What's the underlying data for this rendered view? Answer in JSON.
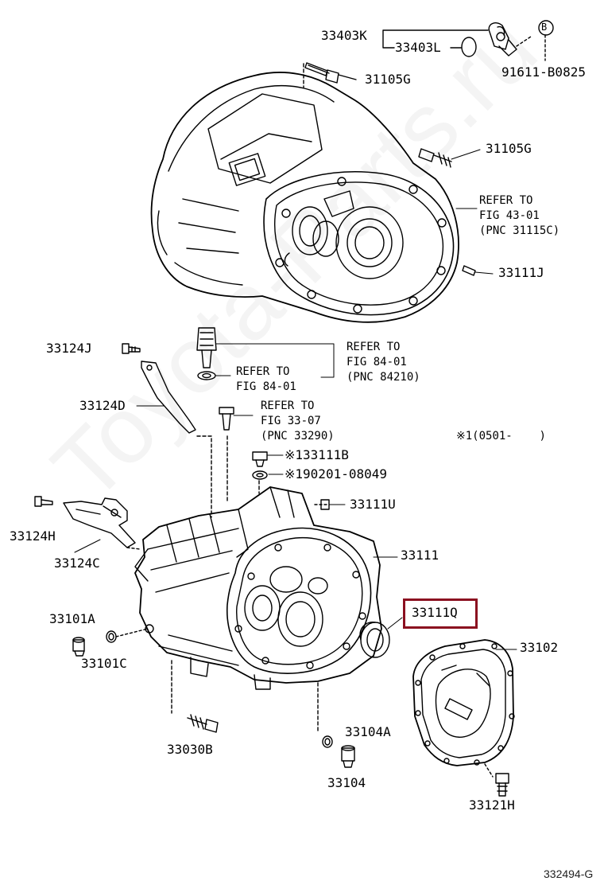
{
  "highlight_color": "#8b1020",
  "watermark": "Toyota-Parts.ru",
  "diagram_id": "332494-G",
  "labels": {
    "p33403K": "33403K",
    "p33403L": "33403L",
    "p91611": "91611-B0825",
    "circleB": "B",
    "p31105G_top": "31105G",
    "p31105G_mid": "31105G",
    "p33111J": "33111J",
    "p33124J": "33124J",
    "p33124D": "33124D",
    "p33124H": "33124H",
    "p33124C": "33124C",
    "p33101A": "33101A",
    "p33101C": "33101C",
    "p33030B": "33030B",
    "p33111B": "※133111B",
    "p190201": "※190201-08049",
    "p33111U": "33111U",
    "p33111": "33111",
    "p33111Q": "33111Q",
    "p33102": "33102",
    "p33104A": "33104A",
    "p33104": "33104",
    "p33121H": "33121H",
    "date_note": "※1(0501-    )"
  },
  "refers": {
    "r4301": "REFER TO\nFIG 43-01\n(PNC 31115C)",
    "r8401_big": "REFER TO\nFIG 84-01\n(PNC 84210)",
    "r8401_small": "REFER TO\nFIG 84-01",
    "r3307": "REFER TO\nFIG 33-07\n(PNC 33290)"
  },
  "icons": {
    "upper_housing": "transmission-case-drawing",
    "lower_housing": "transaxle-housing-drawing",
    "cover": "transmission-case-cover-drawing"
  }
}
